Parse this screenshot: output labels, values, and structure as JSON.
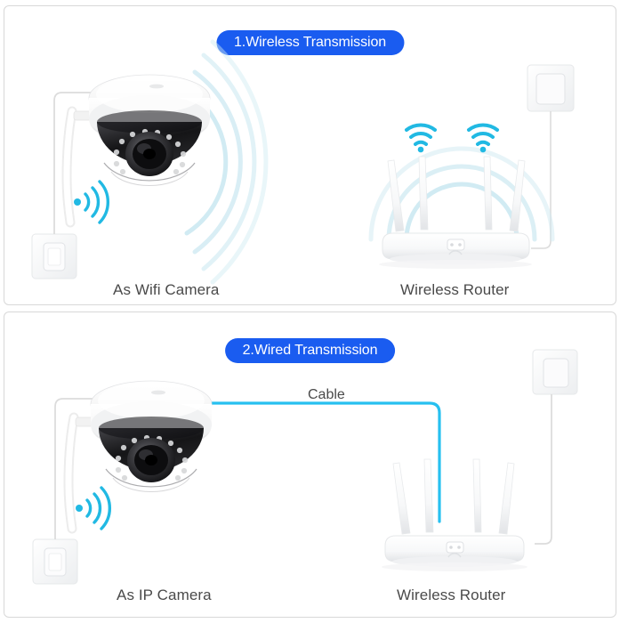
{
  "colors": {
    "badge_blue": "#1a5cf0",
    "badge_text": "#ffffff",
    "wifi_cyan": "#21b9e3",
    "wave_pale": "#cfeaf2",
    "cable_cyan": "#27c0f0",
    "caption_text": "#4a4a4a",
    "panel_border": "#d8d8d8",
    "device_white": "#ffffff",
    "dome_dark": "#1d1d1f",
    "cord_gray": "#d0d0d0"
  },
  "panels": [
    {
      "id": "wireless",
      "badge": "1.Wireless Transmission",
      "devices": [
        {
          "name": "camera",
          "caption": "As Wifi Camera"
        },
        {
          "name": "router",
          "caption": "Wireless Router"
        }
      ],
      "icons": [
        "wifi-signal-icon",
        "wifi-signal-icon",
        "wifi-emitter-icon"
      ],
      "elements": [
        "wall-socket",
        "wall-plate",
        "signal-waves"
      ]
    },
    {
      "id": "wired",
      "badge": "2.Wired Transmission",
      "cable_label": "Cable",
      "devices": [
        {
          "name": "camera",
          "caption": "As IP Camera"
        },
        {
          "name": "router",
          "caption": "Wireless Router"
        }
      ],
      "icons": [
        "wifi-emitter-icon"
      ],
      "elements": [
        "wall-socket",
        "wall-plate",
        "ethernet-cable"
      ]
    }
  ]
}
